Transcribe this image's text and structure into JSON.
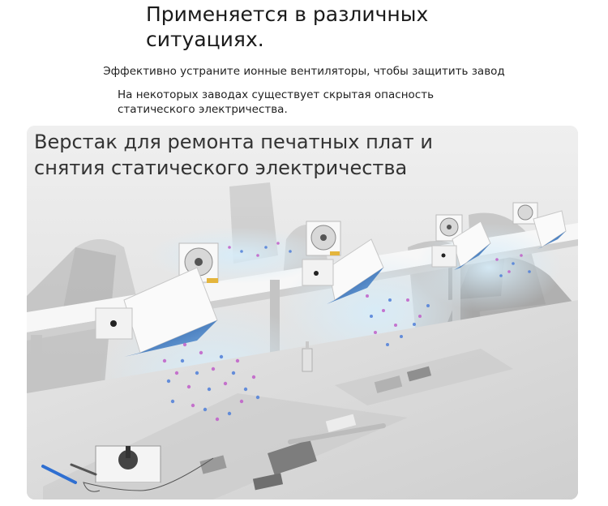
{
  "header": {
    "title_line1": "Применяется в различных",
    "title_line2": "ситуациях.",
    "subtitle": "Эффективно устраните ионные вентиляторы, чтобы защитить завод",
    "desc_line1": "На некоторых заводах существует скрытая опасность",
    "desc_line2": "статического электричества."
  },
  "photo": {
    "title_line1": "Верстак для ремонта печатных плат и",
    "title_line2": "снятия статического электричества"
  }
}
